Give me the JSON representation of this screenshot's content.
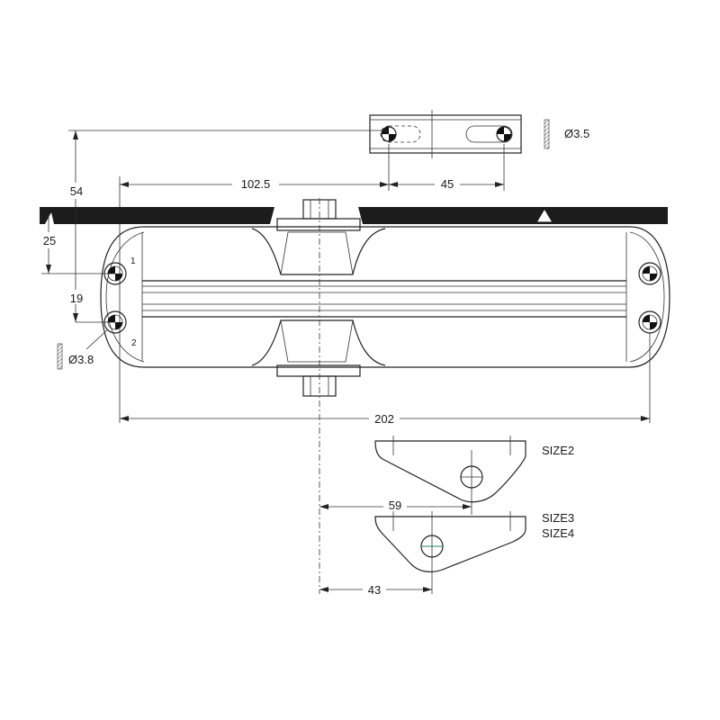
{
  "dimensions": {
    "d_102_5": "102.5",
    "d_45": "45",
    "d_54": "54",
    "d_25": "25",
    "d_19": "19",
    "d_202": "202",
    "d_59": "59",
    "d_43": "43",
    "hole_bracket": "Ø3.5",
    "hole_body": "Ø3.8"
  },
  "labels": {
    "size2": "SIZE2",
    "size3": "SIZE3",
    "size4": "SIZE4",
    "hole_1": "1",
    "hole_2": "2"
  }
}
